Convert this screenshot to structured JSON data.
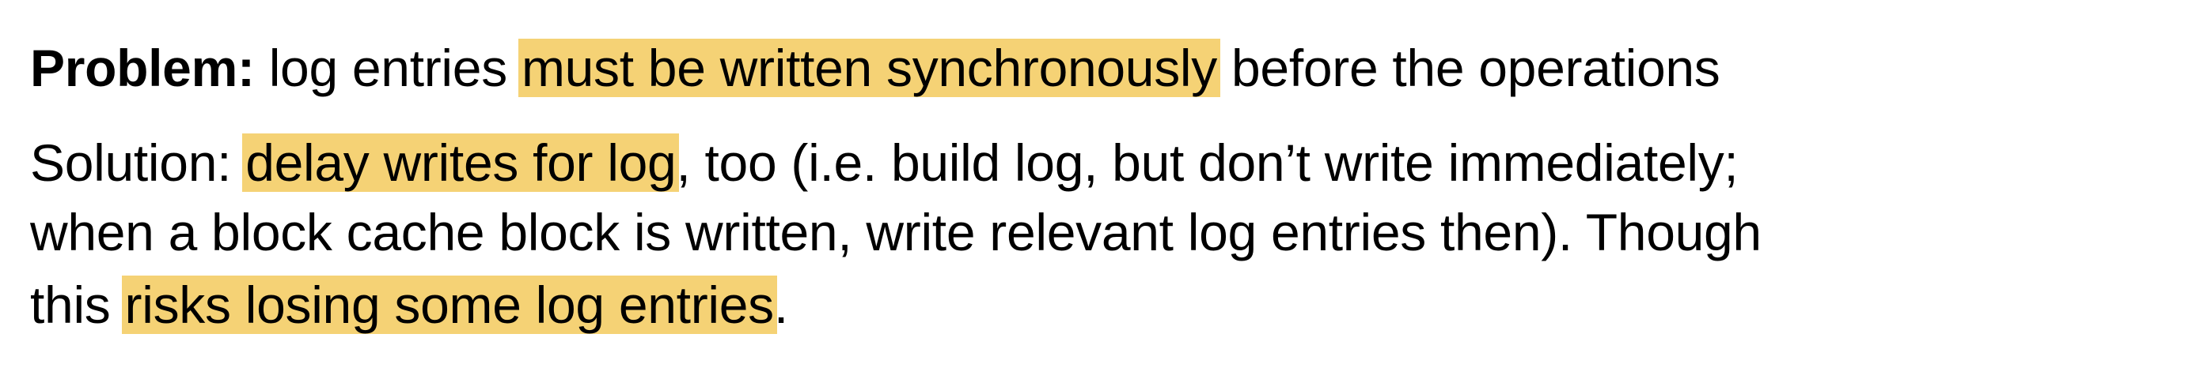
{
  "colors": {
    "highlight": "#f5d275",
    "text": "#000000",
    "background": "#ffffff"
  },
  "problem": {
    "label": "Problem:",
    "before_highlight": " log entries ",
    "highlight": "must be written synchronously",
    "after_highlight": " before the operations"
  },
  "solution": {
    "prefix": "Solution: ",
    "highlight_1": "delay writes for log",
    "line1_rest": ", too (i.e. build log, but don’t write immediately;",
    "line2": "when a block cache block is written, write relevant log entries then).  Though",
    "line3_prefix": "this ",
    "highlight_2": "risks losing some log entries",
    "line3_suffix": "."
  }
}
